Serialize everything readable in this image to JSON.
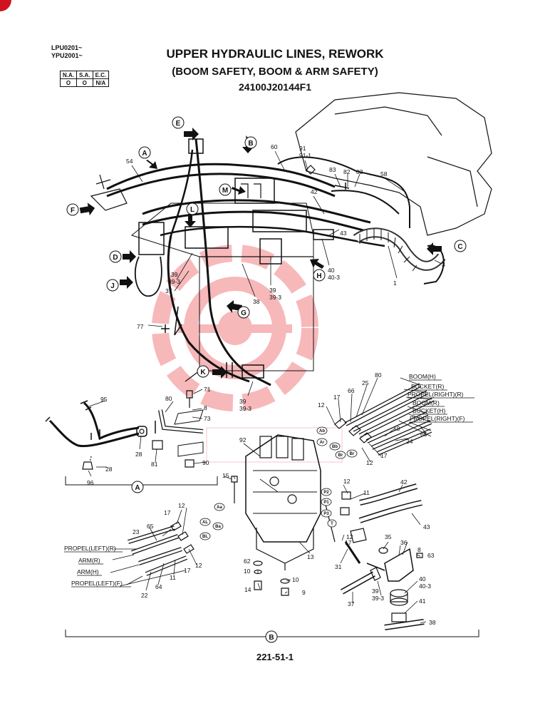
{
  "header": {
    "serial_line_1": "LPU0201~",
    "serial_line_2": "YPU2001~",
    "title_line_1": "UPPER HYDRAULIC LINES, REWORK",
    "title_line_2": "(BOOM SAFETY, BOOM & ARM SAFETY)",
    "title_line_3": "24100J20144F1"
  },
  "applicability": {
    "headers": [
      "N.A.",
      "S.A.",
      "E.C."
    ],
    "values": [
      "O",
      "O",
      "N/A"
    ]
  },
  "views": {
    "a": "A",
    "b": "B",
    "c": "C",
    "d": "D",
    "e": "E",
    "f": "F",
    "g": "G",
    "h": "H",
    "j": "J",
    "k": "K",
    "l": "L",
    "m": "M"
  },
  "parts": {
    "p1": "1",
    "p3": "3",
    "p8": "8",
    "p9": "9",
    "p10": "10",
    "p11": "11",
    "p12": "12",
    "p13": "13",
    "p14": "14",
    "p15": "15",
    "p17": "17",
    "p19": "19",
    "p22": "22",
    "p23": "23",
    "p24": "24",
    "p25": "25",
    "p28": "28",
    "p31": "31",
    "p35": "35",
    "p36": "36",
    "p37": "37",
    "p38": "38",
    "p39": "39",
    "p39_3": "39-3",
    "p40": "40",
    "p40_3": "40-3",
    "p41": "41",
    "p42": "42",
    "p43": "43",
    "p54": "54",
    "p58": "58",
    "p60": "60",
    "p62": "62",
    "p63": "63",
    "p64": "64",
    "p65": "65",
    "p66": "66",
    "p71": "71",
    "p73": "73",
    "p77": "77",
    "p80": "80",
    "p81": "81",
    "p82": "82",
    "p83": "83",
    "p90": "90",
    "p91": "91",
    "p91_1": "91-1",
    "p92": "92",
    "p95": "95",
    "p96": "96"
  },
  "ports": {
    "aa": "Aa",
    "ab": "Ab",
    "ar": "Ar",
    "bb": "Bb",
    "br": "Br",
    "bl": "BL",
    "al": "AL",
    "ba": "Ba",
    "p1": "P1",
    "p2": "P2",
    "p3": "P3",
    "t": "T"
  },
  "line_labels": {
    "boom_h": "BOOM(H)",
    "bucket_r": "BUCKET(R)",
    "propel_right_r": "PROPEL(RIGHT)(R)",
    "boom_r": "BOOM(R)",
    "bucket_h": "BUCKET(H)",
    "propel_right_f": "PROPEL(RIGHT)(F)",
    "propel_left_r": "PROPEL(LEFT)(R)",
    "arm_r": "ARM(R)",
    "arm_h": "ARM(H)",
    "propel_left_f": "PROPEL(LEFT)(F)"
  },
  "footer": {
    "page_number": "221-51-1"
  },
  "colors": {
    "ink": "#111111",
    "watermark": "#e8262c",
    "corner_mark": "#d0141d"
  }
}
